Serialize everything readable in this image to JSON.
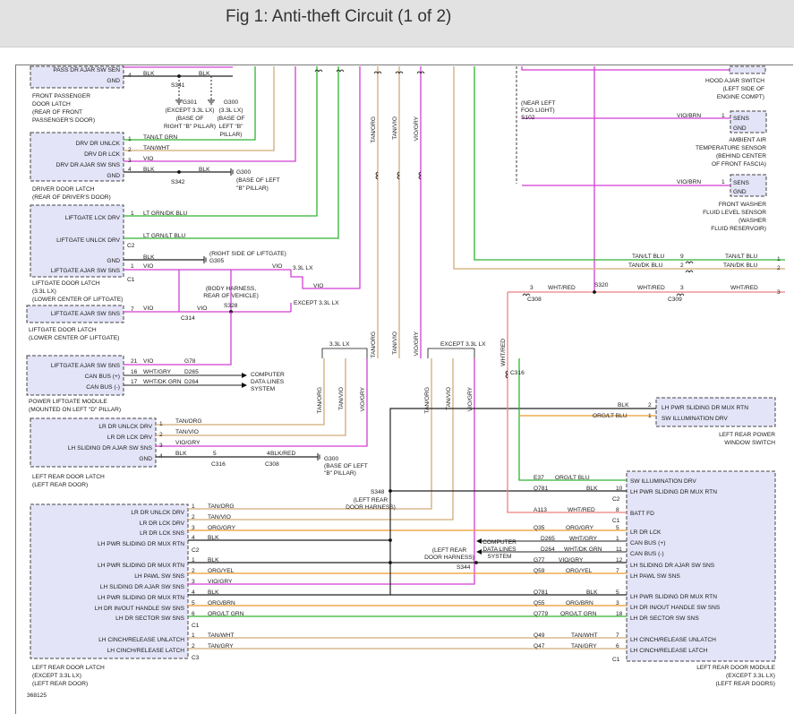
{
  "header": {
    "title": "Fig 1: Anti-theft Circuit (1 of 2)"
  },
  "diagram_id": "368125",
  "colors": {
    "violet": "#d23fd2",
    "green": "#31b431",
    "tan": "#d2aa78",
    "orange": "#ee9a2a",
    "black": "#222222",
    "red": "#ee8080",
    "connector_fill": "#e4e4f8",
    "header_bg": "#e2e2e2"
  },
  "modules": {
    "front_passenger_latch": {
      "pins": [
        "PASS DR AJAR SW SEN",
        "GND"
      ],
      "label": [
        "FRONT PASSENGER",
        "DOOR LATCH",
        "(REAR OF FRONT",
        "PASSENGER'S DOOR)"
      ]
    },
    "driver_latch": {
      "pins": [
        "DRV DR UNLCK",
        "DRV DR LCK",
        "DRV DR AJAR SW SNS",
        "GND"
      ],
      "label": [
        "DRIVER DOOR LATCH",
        "(REAR OF DRIVER'S DOOR)"
      ]
    },
    "liftgate_latch": {
      "pins": [
        "LIFTGATE LCK DRV",
        "LIFTGATE UNLCK DRV",
        "GND",
        "LIFTGATE AJAR SW SNS"
      ],
      "label": [
        "LIFTGATE DOOR LATCH",
        "(3.3L LX)",
        "(LOWER CENTER OF LIFTGATE)"
      ]
    },
    "liftgate_latch2": {
      "pins": [
        "LIFTGATE AJAR SW SNS"
      ],
      "label": [
        "LIFTGATE DOOR LATCH",
        "(LOWER CENTER OF LIFTGATE)"
      ]
    },
    "power_liftgate": {
      "pins": [
        "LIFTGATE AJAR SW SNS",
        "CAN BUS (+)",
        "CAN BUS (-)"
      ],
      "label": [
        "POWER LIFTGATE MODULE",
        "(MOUNTED ON LEFT \"D\" PILLAR)"
      ]
    },
    "left_rear_latch1": {
      "pins": [
        "LR DR UNLCK DRV",
        "LR DR LCK DRV",
        "LH SLIDING DR AJAR SW SNS",
        "GND"
      ],
      "label": [
        "LEFT REAR DOOR LATCH",
        "(LEFT REAR DOOR)"
      ]
    },
    "left_rear_latch2": {
      "pins": [
        "LR DR UNLCK DRV",
        "LR DR LCK DRV",
        "LR DR LCK SNS",
        "LH PWR SLIDING DR MUX RTN",
        "LH PWR SLIDING DR MUX RTN",
        "LH PAWL SW SNS",
        "LH SLIDING DR AJAR SW SNS",
        "LH PWR SLIDING DR MUX RTN",
        "LH DR IN/OUT HANDLE SW SNS",
        "LH DR SECTOR SW SNS",
        "LH CINCH/RELEASE UNLATCH",
        "LH CINCH/RELEASE LATCH"
      ],
      "label": [
        "LEFT REAR DOOR LATCH",
        "(EXCEPT 3.3L LX)",
        "(LEFT REAR DOOR)"
      ]
    },
    "window_switch": {
      "pins": [
        "LH PWR SLIDING DR MUX RTN",
        "SW ILLUMINATION DRV"
      ],
      "label": [
        "LEFT REAR POWER",
        "WINDOW SWITCH"
      ]
    },
    "left_rear_module": {
      "pins": [
        "SW ILLUMINATION DRV",
        "LH PWR SLIDING DR MUX RTN",
        "BATT FD",
        "LR DR LCK",
        "CAN BUS (+)",
        "CAN BUS (-)",
        "LH SLIDING DR AJAR SW SNS",
        "LH PAWL SW SNS",
        "LH PWR SLIDING DR MUX RTN",
        "LH DR IN/OUT HANDLE SW SNS",
        "LH DR SECTOR SW SNS",
        "LH CINCH/RELEASE UNLATCH",
        "LH CINCH/RELEASE LATCH"
      ],
      "label": [
        "LEFT REAR DOOR MODULE",
        "(EXCEPT 3.3L LX)",
        "(LEFT REAR DOORS)"
      ]
    },
    "hood_ajar": {
      "label": [
        "HOOD AJAR SWITCH",
        "(LEFT SIDE OF",
        "ENGINE COMPT)"
      ]
    },
    "ambient_sensor": {
      "pins": [
        "SENS",
        "GND"
      ],
      "label": [
        "AMBIENT AIR",
        "TEMPERATURE SENSOR",
        "(BEHIND CENTER",
        "OF FRONT FASCIA)"
      ]
    },
    "washer_sensor": {
      "pins": [
        "SENS",
        "GND"
      ],
      "label": [
        "FRONT WASHER",
        "FLUID LEVEL SENSOR",
        "(WASHER",
        "FLUID RESERVOIR)"
      ]
    }
  },
  "wires": {
    "blk": "BLK",
    "tan_lt_grn": "TAN/LT GRN",
    "tan_wht": "TAN/WHT",
    "vio": "VIO",
    "lt_grn_dk_blu": "LT GRN/DK BLU",
    "lt_grn_lt_blu": "LT GRN/LT BLU",
    "wht_gry": "WHT/GRY",
    "wht_dk_grn": "WHT/DK GRN",
    "tan_org": "TAN/ORG",
    "tan_vio": "TAN/VIO",
    "vio_gry": "VIO/GRY",
    "blk_red": "BLK/RED",
    "org_gry": "ORG/GRY",
    "org_yel": "ORG/YEL",
    "org_brn": "ORG/BRN",
    "org_lt_grn": "ORG/LT GRN",
    "tan_gry": "TAN/GRY",
    "org_lt_blu": "ORG/LT BLU",
    "wht_red": "WHT/RED",
    "vio_brn": "VIO/BRN",
    "tan_lt_blu": "TAN/LT BLU",
    "tan_dk_blu": "TAN/DK BLU"
  },
  "grounds": {
    "g301": [
      "G301",
      "(EXCEPT 3.3L LX)",
      "(BASE OF",
      "RIGHT \"B\" PILLAR)"
    ],
    "g300a": [
      "G300",
      "(3.3L LX)",
      "(BASE OF",
      "LEFT \"B\"",
      "PILLAR)"
    ],
    "g300b": [
      "G300",
      "(BASE OF LEFT",
      "\"B\" PILLAR)"
    ],
    "g305": [
      "(RIGHT SIDE OF LIFTGATE)",
      "G305"
    ],
    "g300c": [
      "G300",
      "(BASE OF LEFT",
      "\"B\" PILLAR)"
    ]
  },
  "splices": [
    "S341",
    "S342",
    "S328",
    "S320",
    "S348",
    "S344"
  ],
  "connectors": [
    "C1",
    "C2",
    "C3",
    "C308",
    "C309",
    "C314",
    "C316"
  ],
  "circuits": [
    "D265",
    "D264",
    "G78",
    "E37",
    "Q781",
    "A113",
    "Q35",
    "G77",
    "Q59",
    "Q55",
    "Q779",
    "Q49",
    "Q47"
  ],
  "notes": {
    "near_left_fog": [
      "(NEAR LEFT",
      "FOG LIGHT)",
      "S102"
    ],
    "body_harness": [
      "(BODY HARNESS,",
      "REAR OF VEHICLE)"
    ],
    "except_33_lx": "EXCEPT 3.3L LX",
    "lx_33": "3.3L LX",
    "computer_data_lines": [
      "COMPUTER",
      "DATA LINES",
      "SYSTEM"
    ],
    "left_rear_harness": [
      "(LEFT REAR",
      "DOOR HARNESS)"
    ]
  },
  "pin_numbers": [
    "1",
    "2",
    "3",
    "4",
    "5",
    "6",
    "7",
    "8",
    "9",
    "10",
    "11",
    "12",
    "16",
    "17",
    "18",
    "21"
  ]
}
